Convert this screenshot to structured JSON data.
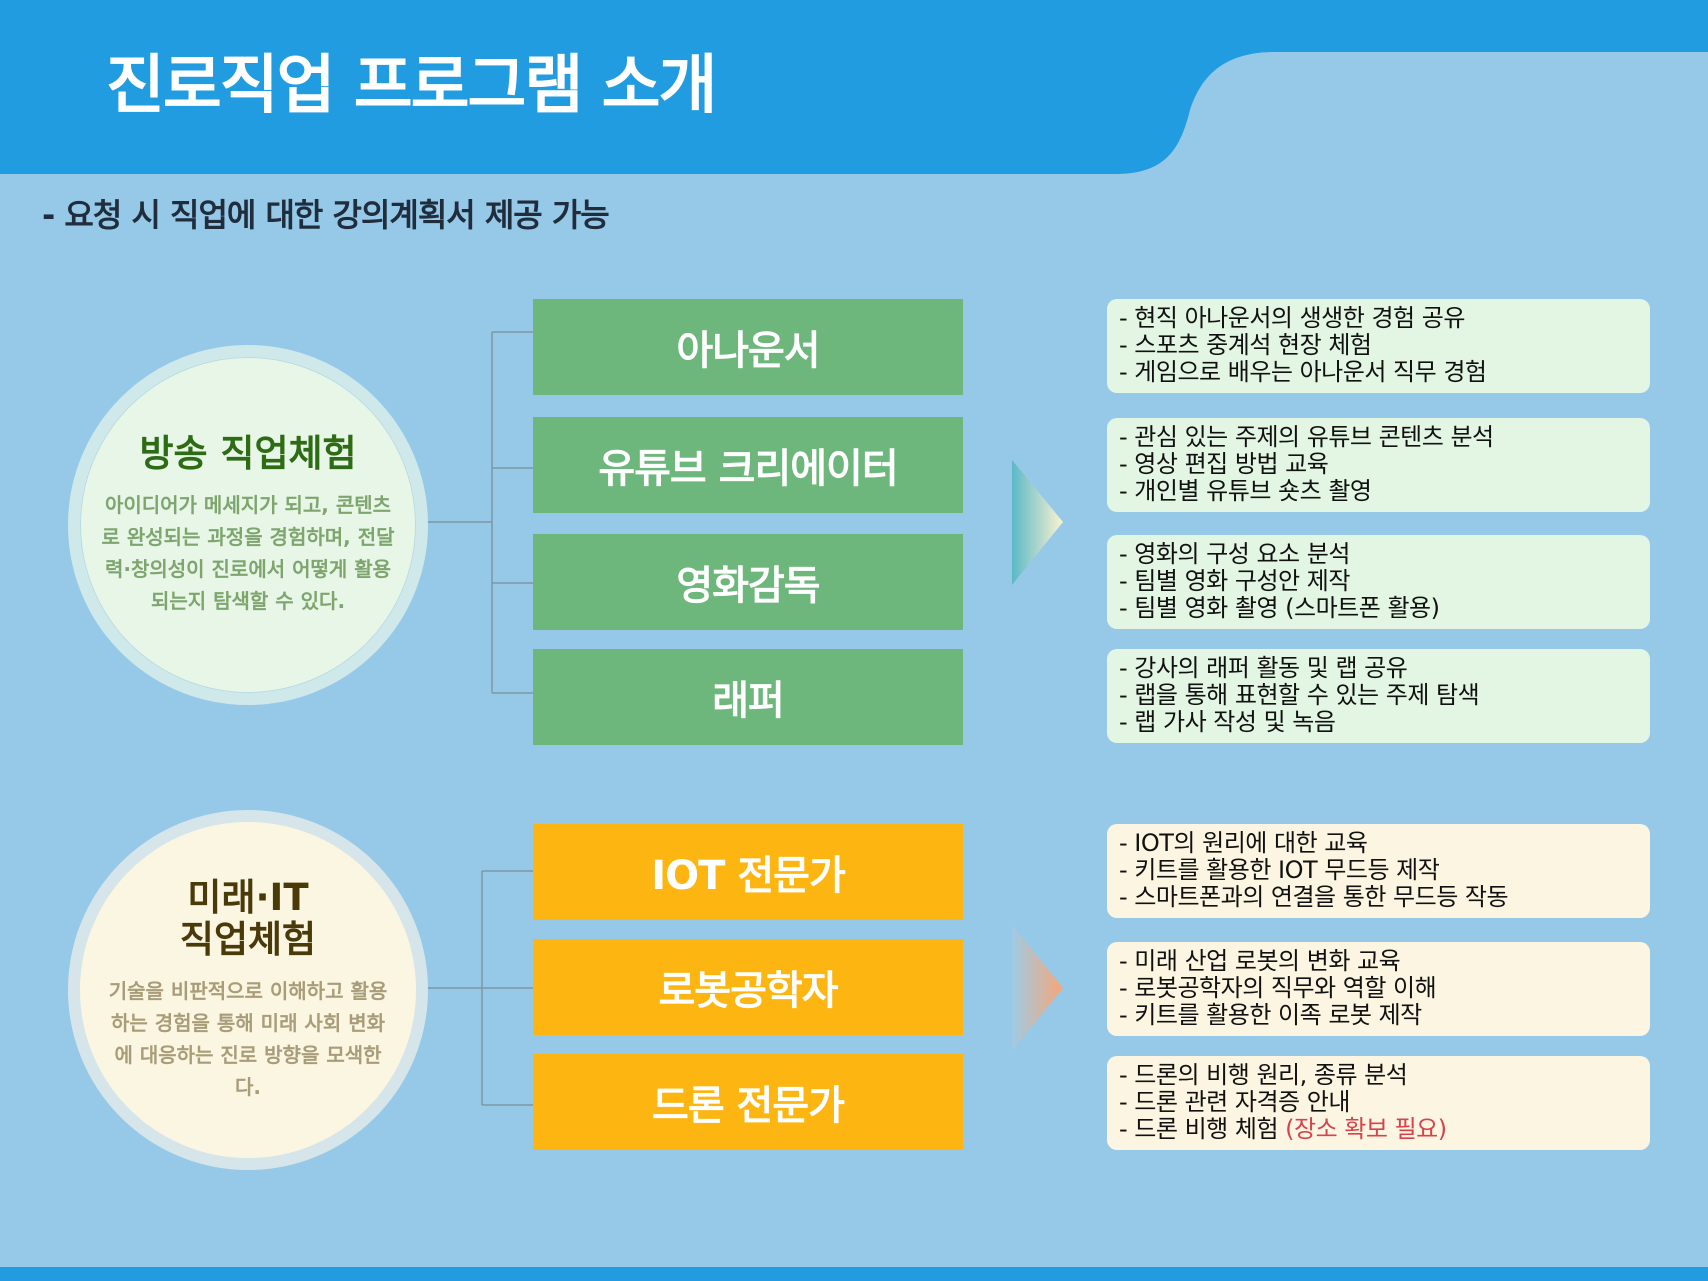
{
  "header": {
    "title": "진로직업 프로그램 소개",
    "subtitle": "- 요청 시 직업에 대한 강의계획서 제공 가능"
  },
  "colors": {
    "background": "#96c9e8",
    "header_blue": "#229ce0",
    "category_green": "#6db77c",
    "category_yellow": "#fcb511",
    "note_red": "#d8424b"
  },
  "groups": [
    {
      "heading": "방송 직업체험",
      "description": "아이디어가 메세지가 되고, 콘텐츠로 완성되는 과정을 경험하며, 전달력·창의성이 진로에서 어떻게 활용되는지 탐색할 수 있다.",
      "programs": [
        {
          "name": "아나운서",
          "details": [
            "- 현직 아나운서의 생생한 경험 공유",
            "- 스포츠 중계석 현장 체험",
            "- 게임으로 배우는 아나운서 직무 경험"
          ]
        },
        {
          "name": "유튜브 크리에이터",
          "details": [
            "- 관심 있는 주제의 유튜브 콘텐츠 분석",
            "- 영상 편집 방법 교육",
            "- 개인별 유튜브 숏츠 촬영"
          ]
        },
        {
          "name": "영화감독",
          "details": [
            "- 영화의 구성 요소 분석",
            "- 팀별 영화 구성안 제작",
            "- 팀별 영화 촬영 (스마트폰 활용)"
          ]
        },
        {
          "name": "래퍼",
          "details": [
            "- 강사의 래퍼 활동 및 랩 공유",
            "- 랩을 통해 표현할 수 있는 주제 탐색",
            "- 랩 가사 작성 및 녹음"
          ]
        }
      ]
    },
    {
      "heading_line1": "미래·IT",
      "heading_line2": "직업체험",
      "description": "기술을 비판적으로 이해하고 활용하는 경험을 통해 미래 사회 변화에 대응하는 진로 방향을 모색한다.",
      "programs": [
        {
          "name": "IOT 전문가",
          "details": [
            "- IOT의 원리에 대한 교육",
            "- 키트를 활용한 IOT 무드등 제작",
            "- 스마트폰과의 연결을 통한 무드등 작동"
          ]
        },
        {
          "name": "로봇공학자",
          "details": [
            "- 미래 산업 로봇의 변화 교육",
            "- 로봇공학자의 직무와 역할 이해",
            "- 키트를 활용한 이족 로봇 제작"
          ]
        },
        {
          "name": "드론 전문가",
          "details": [
            "- 드론의 비행 원리, 종류 분석",
            "- 드론 관련 자격증 안내",
            "- 드론 비행 체험 "
          ],
          "note": "(장소 확보 필요)"
        }
      ]
    }
  ]
}
